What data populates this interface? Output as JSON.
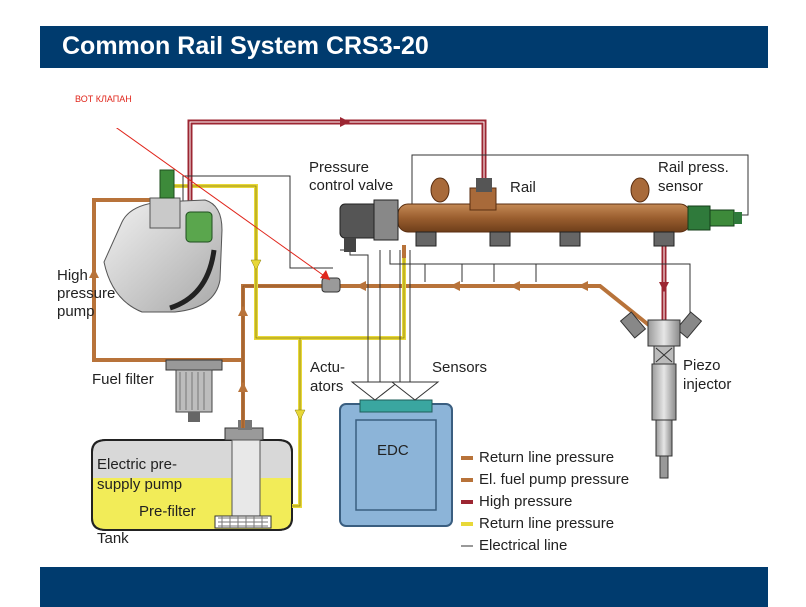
{
  "header": {
    "title": "Common Rail System CRS3-20"
  },
  "annotation": {
    "text": "ВОТ КЛАПАН"
  },
  "labels": {
    "pressure_control_valve_l1": "Pressure",
    "pressure_control_valve_l2": "control valve",
    "rail": "Rail",
    "rail_sensor_l1": "Rail press.",
    "rail_sensor_l2": "sensor",
    "pump_l1": "High",
    "pump_l2": "pressure",
    "pump_l3": "pump",
    "fuel_filter": "Fuel filter",
    "actuators_l1": "Actu-",
    "actuators_l2": "ators",
    "sensors": "Sensors",
    "edc": "EDC",
    "piezo_l1": "Piezo",
    "piezo_l2": "injector",
    "presupply_l1": "Electric pre-",
    "presupply_l2": "supply pump",
    "prefilter": "Pre-filter",
    "tank": "Tank"
  },
  "legend": [
    {
      "label": "Return line pressure",
      "color": "#b8733a"
    },
    {
      "label": "El. fuel pump pressure",
      "color": "#b8733a"
    },
    {
      "label": "High pressure",
      "color": "#9c2632"
    },
    {
      "label": "Return line pressure",
      "color": "#e8d838"
    },
    {
      "label": "Electrical line",
      "color": "#333333"
    }
  ],
  "colors": {
    "header": "#003b6e",
    "high_pressure": "#9c2632",
    "low_pressure": "#b8733a",
    "return": "#e8d838",
    "edc": "#8cb4d8",
    "rail": "#a86a3a",
    "fuel_tank_yellow": "#f2ec58"
  }
}
